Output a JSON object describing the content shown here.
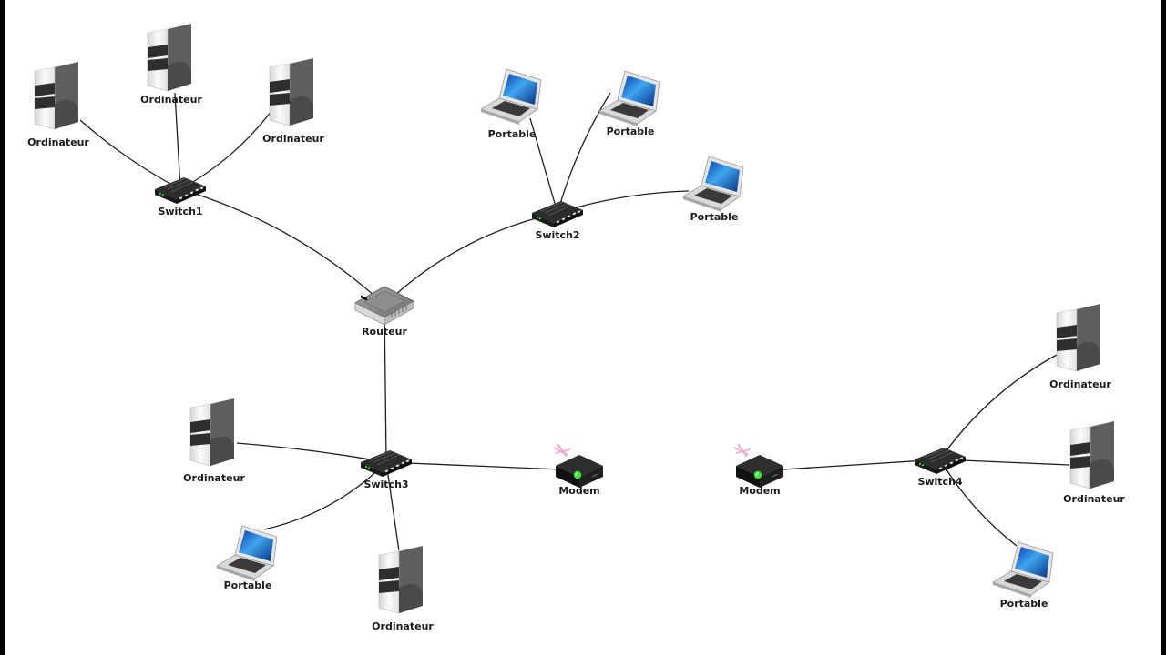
{
  "nodes": [
    {
      "id": "pc1",
      "type": "computer",
      "label": "Ordinateur"
    },
    {
      "id": "pc2",
      "type": "computer",
      "label": "Ordinateur"
    },
    {
      "id": "pc3",
      "type": "computer",
      "label": "Ordinateur"
    },
    {
      "id": "sw1",
      "type": "switch",
      "label": "Switch1"
    },
    {
      "id": "lt1",
      "type": "laptop",
      "label": "Portable"
    },
    {
      "id": "lt2",
      "type": "laptop",
      "label": "Portable"
    },
    {
      "id": "lt3",
      "type": "laptop",
      "label": "Portable"
    },
    {
      "id": "sw2",
      "type": "switch",
      "label": "Switch2"
    },
    {
      "id": "rt",
      "type": "router",
      "label": "Routeur"
    },
    {
      "id": "pc4",
      "type": "computer",
      "label": "Ordinateur"
    },
    {
      "id": "sw3",
      "type": "switch",
      "label": "Switch3"
    },
    {
      "id": "md1",
      "type": "modem",
      "label": "Modem"
    },
    {
      "id": "lt4",
      "type": "laptop",
      "label": "Portable"
    },
    {
      "id": "pc5",
      "type": "computer",
      "label": "Ordinateur"
    },
    {
      "id": "md2",
      "type": "modem",
      "label": "Modem"
    },
    {
      "id": "sw4",
      "type": "switch",
      "label": "Switch4"
    },
    {
      "id": "pc6",
      "type": "computer",
      "label": "Ordinateur"
    },
    {
      "id": "pc7",
      "type": "computer",
      "label": "Ordinateur"
    },
    {
      "id": "lt5",
      "type": "laptop",
      "label": "Portable"
    }
  ],
  "links": [
    [
      "pc1",
      "sw1"
    ],
    [
      "pc2",
      "sw1"
    ],
    [
      "pc3",
      "sw1"
    ],
    [
      "sw1",
      "rt"
    ],
    [
      "lt1",
      "sw2"
    ],
    [
      "lt2",
      "sw2"
    ],
    [
      "lt3",
      "sw2"
    ],
    [
      "sw2",
      "rt"
    ],
    [
      "rt",
      "sw3"
    ],
    [
      "pc4",
      "sw3"
    ],
    [
      "lt4",
      "sw3"
    ],
    [
      "pc5",
      "sw3"
    ],
    [
      "sw3",
      "md1"
    ],
    [
      "md2",
      "sw4"
    ],
    [
      "pc6",
      "sw4"
    ],
    [
      "pc7",
      "sw4"
    ],
    [
      "lt5",
      "sw4"
    ]
  ]
}
